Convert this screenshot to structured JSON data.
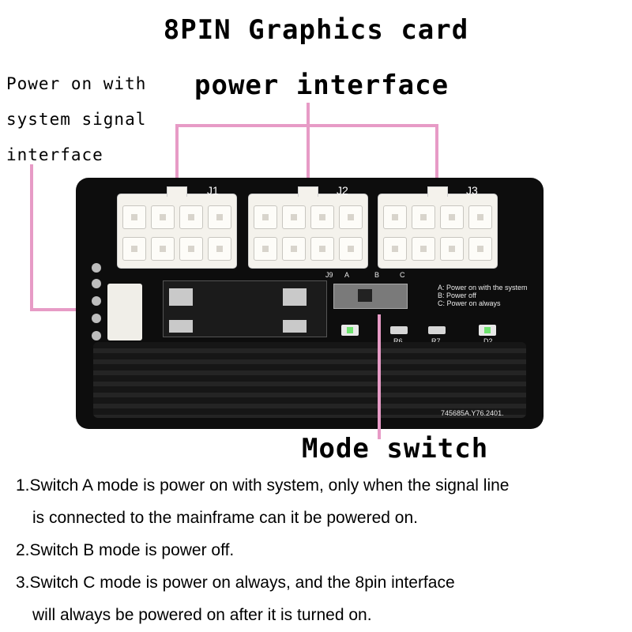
{
  "header": {
    "title": "8PIN Graphics card"
  },
  "labels": {
    "signal_interface": [
      "Power on with",
      "system signal",
      "interface"
    ],
    "power_interface": "power interface",
    "mode_switch": "Mode switch"
  },
  "board": {
    "connectors": [
      "J1",
      "J2",
      "J3"
    ],
    "switch_header": "J9",
    "switch_positions": [
      "A",
      "B",
      "C"
    ],
    "silkscreen_modes": [
      "A: Power on with the system",
      "B: Power off",
      "C: Power on always"
    ],
    "leds": [
      "R6",
      "R7",
      "D2"
    ],
    "part_code": "745685A.Y76.2401."
  },
  "notes": [
    {
      "line1": "1.Switch A mode is power on with system, only when the signal line",
      "line2": "is connected to the mainframe can it be powered on."
    },
    {
      "line1": "2.Switch B mode is power off.",
      "line2": ""
    },
    {
      "line1": "3.Switch C mode is power on always, and the 8pin interface",
      "line2": "will always be powered on after it is turned on."
    }
  ],
  "colors": {
    "leader_line": "#e79bc6",
    "pcb": "#0d0d0d",
    "connector": "#f4f2ec"
  }
}
